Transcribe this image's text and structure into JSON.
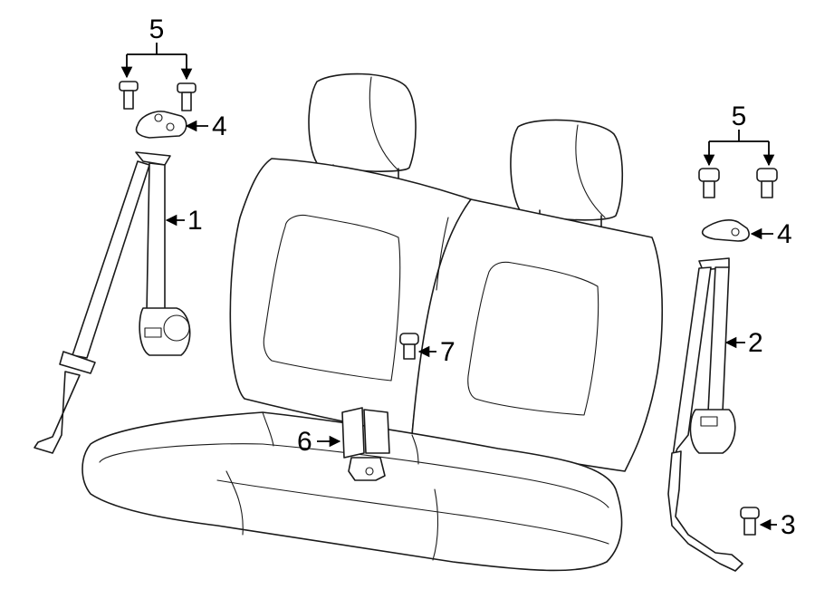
{
  "callouts": {
    "c1": "1",
    "c2": "2",
    "c3": "3",
    "c4_left": "4",
    "c4_right": "4",
    "c5_left": "5",
    "c5_right": "5",
    "c6": "6",
    "c7": "7"
  },
  "colors": {
    "line": "#1a1a1a",
    "background": "#ffffff"
  }
}
